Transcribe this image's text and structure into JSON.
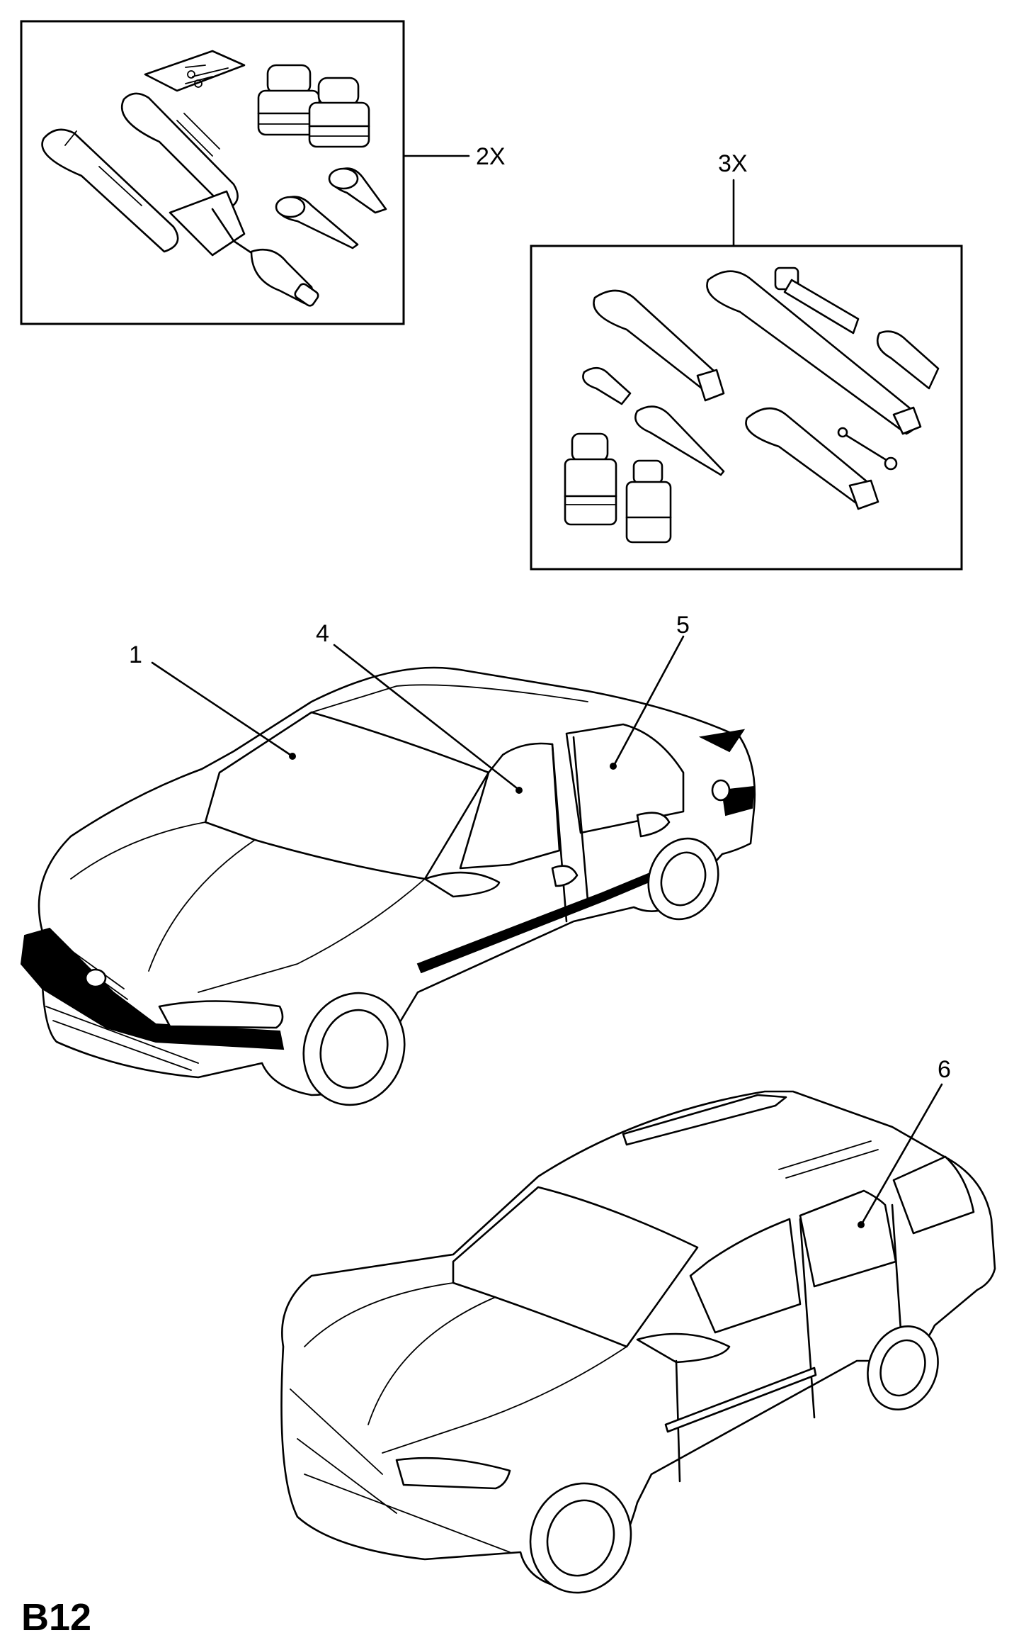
{
  "diagram": {
    "page_id": "B12",
    "kits": [
      {
        "label": "2X"
      },
      {
        "label": "3X"
      }
    ],
    "callouts": [
      {
        "label": "1"
      },
      {
        "label": "4"
      },
      {
        "label": "5"
      },
      {
        "label": "6"
      }
    ]
  }
}
